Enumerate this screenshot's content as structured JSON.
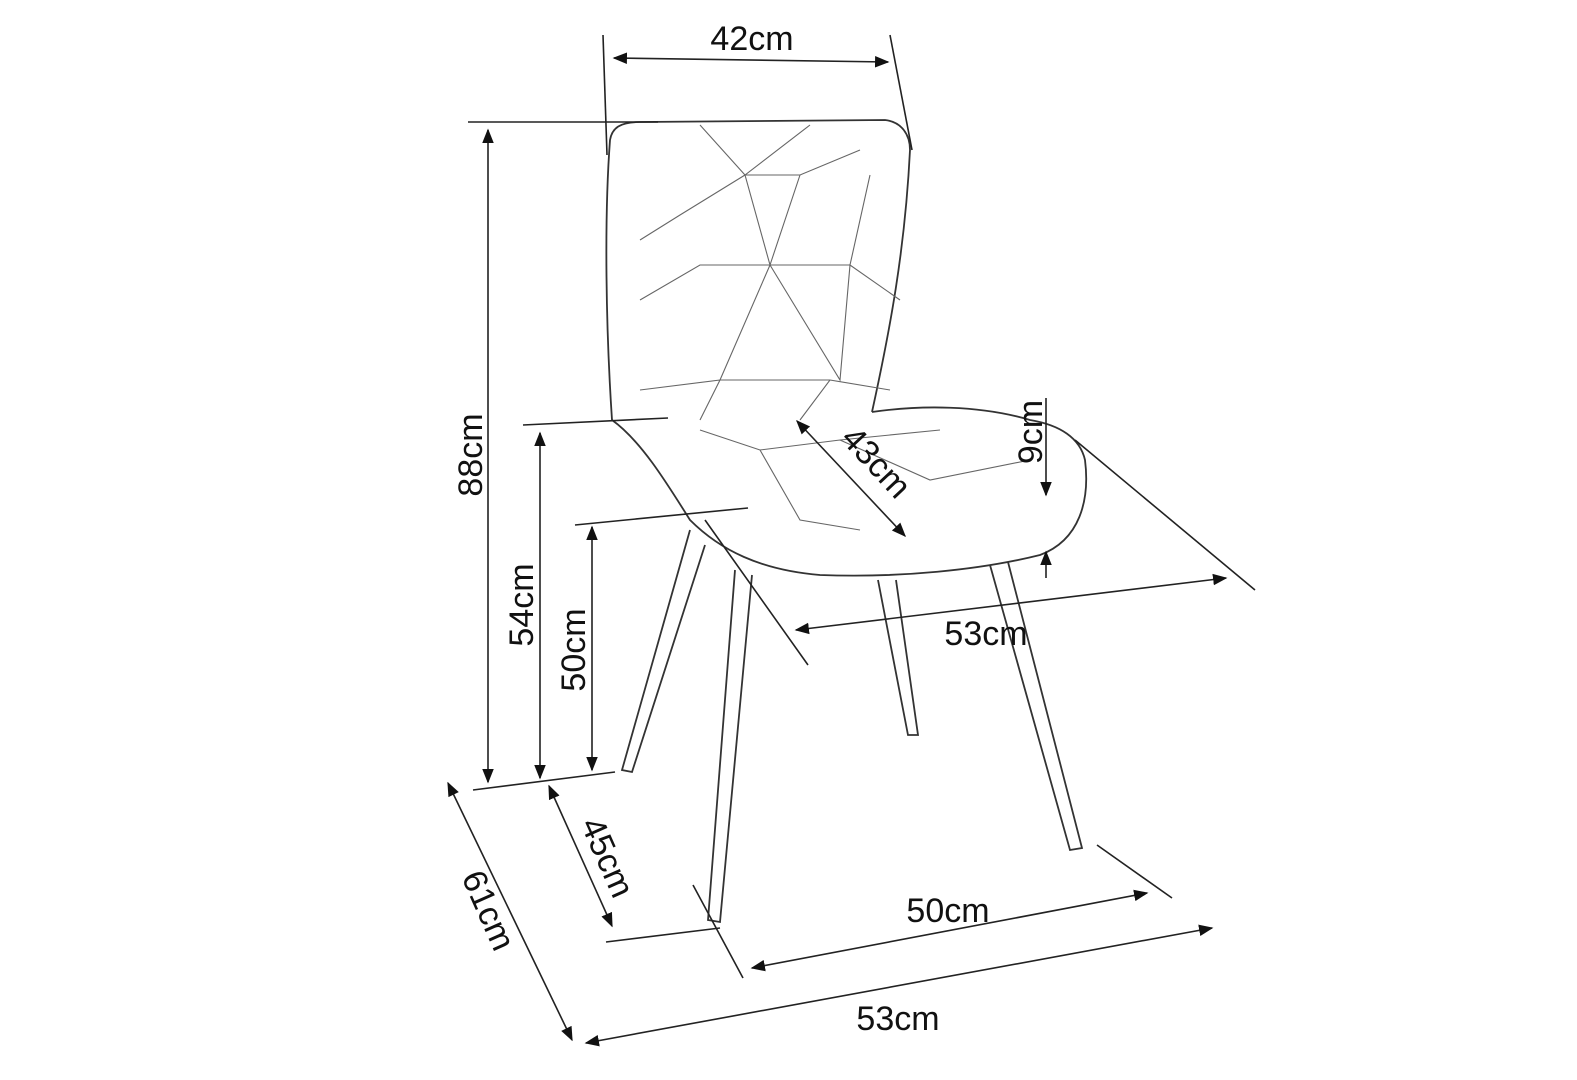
{
  "diagram": {
    "subject": "chair",
    "labels": {
      "back_width": "42cm",
      "total_height": "88cm",
      "armrest_height": "54cm",
      "seat_height": "50cm",
      "seat_depth": "43cm",
      "cushion_thickness": "9cm",
      "seat_width": "53cm",
      "leg_depth": "45cm",
      "total_depth": "61cm",
      "leg_width": "50cm",
      "total_width": "53cm"
    }
  }
}
